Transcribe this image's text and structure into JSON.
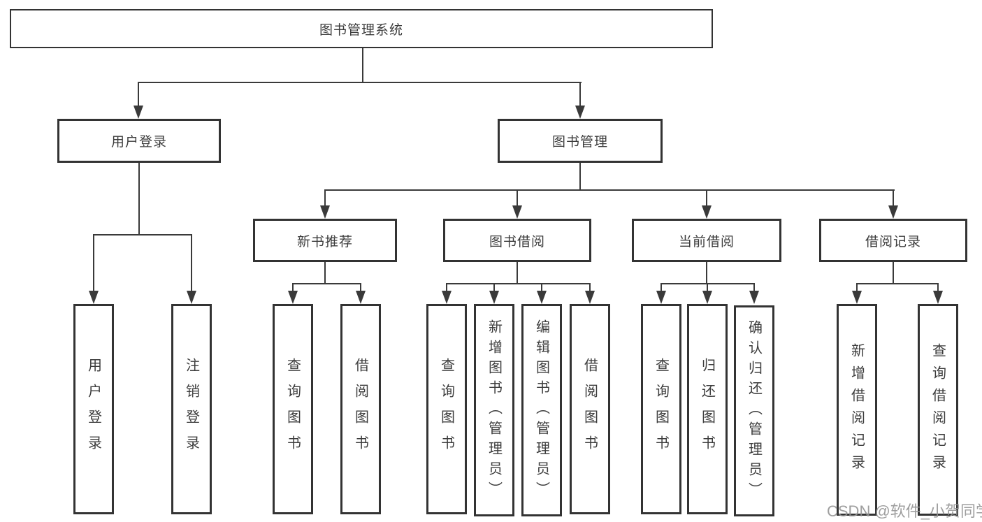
{
  "diagram": {
    "type": "hierarchy-tree",
    "root": {
      "label": "图书管理系统"
    },
    "branches": [
      {
        "label": "用户登录",
        "children": [
          {
            "label": "用户登录"
          },
          {
            "label": "注销登录"
          }
        ]
      },
      {
        "label": "图书管理",
        "children": [
          {
            "label": "新书推荐",
            "children": [
              {
                "label": "查询图书"
              },
              {
                "label": "借阅图书"
              }
            ]
          },
          {
            "label": "图书借阅",
            "children": [
              {
                "label": "查询图书"
              },
              {
                "label": "新增图书（管理员）"
              },
              {
                "label": "编辑图书（管理员）"
              },
              {
                "label": "借阅图书"
              }
            ]
          },
          {
            "label": "当前借阅",
            "children": [
              {
                "label": "查询图书"
              },
              {
                "label": "归还图书"
              },
              {
                "label": "确认归还（管理员）"
              }
            ]
          },
          {
            "label": "借阅记录",
            "children": [
              {
                "label": "新增借阅记录"
              },
              {
                "label": "查询借阅记录"
              }
            ]
          }
        ]
      }
    ]
  },
  "watermark": {
    "text": "CSDN @软件_小贺同学"
  },
  "colors": {
    "line": "#3a3a3a",
    "box_border": "#333333",
    "text": "#3c3c3c",
    "watermark": "#949494",
    "background": "#ffffff"
  }
}
